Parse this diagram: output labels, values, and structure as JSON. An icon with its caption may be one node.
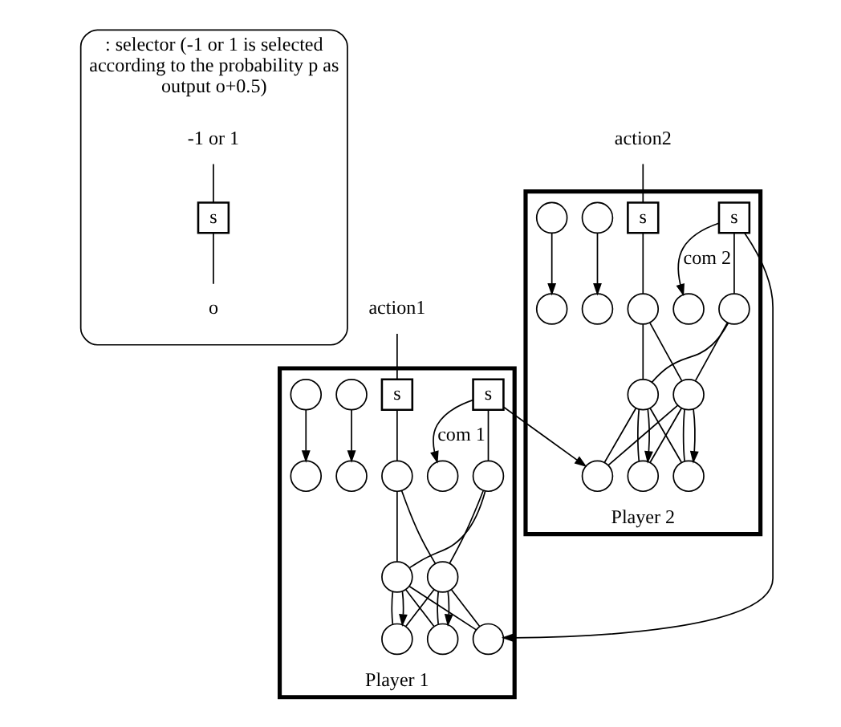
{
  "diagram": {
    "nodes": [
      {
        "text": [
          ": selector (-1 or 1 is selected according to the probability p as output o+0.5)"
        ]
      },
      {
        "text": [
          "-1 or 1"
        ],
        "in": 0
      },
      {
        "text": [
          "s"
        ],
        "in": 0
      },
      {
        "text": [
          "o"
        ],
        "in": 0
      },
      {
        "text": [
          "action1"
        ]
      },
      {
        "text": [
          "action2"
        ]
      },
      {
        "text": [
          "Player 1"
        ]
      },
      {
        "text": [
          "s"
        ],
        "in": 6
      },
      {
        "text": [
          "s"
        ],
        "in": 6
      },
      {
        "text": [],
        "shape": "circle",
        "in": 6
      },
      {
        "text": [],
        "shape": "circle",
        "in": 6
      },
      {
        "text": [],
        "shape": "circle",
        "in": 6
      },
      {
        "text": [],
        "shape": "circle",
        "in": 6
      },
      {
        "text": [],
        "shape": "circle",
        "in": 6
      },
      {
        "text": [],
        "shape": "circle",
        "in": 6
      },
      {
        "text": [],
        "shape": "circle",
        "in": 6
      },
      {
        "text": [],
        "shape": "circle",
        "in": 6
      },
      {
        "text": [],
        "shape": "circle",
        "in": 6
      },
      {
        "text": [],
        "shape": "circle",
        "in": 6
      },
      {
        "text": [],
        "shape": "circle",
        "in": 6
      },
      {
        "text": [],
        "shape": "circle",
        "in": 6
      },
      {
        "text": [
          "Player 2"
        ]
      },
      {
        "text": [
          "s"
        ],
        "in": 21
      },
      {
        "text": [
          "s"
        ],
        "in": 21
      },
      {
        "text": [],
        "shape": "circle",
        "in": 21
      },
      {
        "text": [],
        "shape": "circle",
        "in": 21
      },
      {
        "text": [],
        "shape": "circle",
        "in": 21
      },
      {
        "text": [],
        "shape": "circle",
        "in": 21
      },
      {
        "text": [],
        "shape": "circle",
        "in": 21
      },
      {
        "text": [],
        "shape": "circle",
        "in": 21
      },
      {
        "text": [],
        "shape": "circle",
        "in": 21
      },
      {
        "text": [],
        "shape": "circle",
        "in": 21
      },
      {
        "text": [],
        "shape": "circle",
        "in": 21
      },
      {
        "text": [],
        "shape": "circle",
        "in": 21
      },
      {
        "text": [],
        "shape": "circle",
        "in": 21
      },
      {
        "text": [],
        "shape": "circle",
        "in": 21
      }
    ],
    "edges": [
      {
        "from": 1,
        "to": 2,
        "arrow": "none"
      },
      {
        "from": 2,
        "to": 3,
        "arrow": "none"
      },
      {
        "from": 4,
        "to": 7,
        "arrow": "none"
      },
      {
        "from": 7,
        "to": 9,
        "arrow": "none"
      },
      {
        "from": 8,
        "to": 10,
        "arrow": "none"
      },
      {
        "from": 9,
        "to": 11,
        "arrow": "none"
      },
      {
        "from": 9,
        "to": 14,
        "arrow": "none"
      },
      {
        "from": 10,
        "to": 11,
        "arrow": "none"
      },
      {
        "from": 10,
        "to": 14,
        "arrow": "none"
      },
      {
        "from": 11,
        "to": 15,
        "arrow": "none"
      },
      {
        "from": 11,
        "to": 18,
        "arrow": "none"
      },
      {
        "from": 11,
        "to": 20,
        "arrow": "none"
      },
      {
        "from": 14,
        "to": 15,
        "arrow": "none"
      },
      {
        "from": 14,
        "to": 18,
        "arrow": "none"
      },
      {
        "from": 14,
        "to": 20,
        "arrow": "none"
      },
      {
        "from": 11,
        "to": 15,
        "arrow": "to"
      },
      {
        "from": 12,
        "to": 16,
        "arrow": "to"
      },
      {
        "from": 13,
        "to": 17,
        "arrow": "to"
      },
      {
        "from": 14,
        "to": 18,
        "arrow": "to"
      },
      {
        "from": 8,
        "to": 19,
        "arrow": "to",
        "label": "com 1"
      },
      {
        "from": 8,
        "to": 30,
        "arrow": "to"
      },
      {
        "from": 5,
        "to": 23,
        "arrow": "none"
      },
      {
        "from": 22,
        "to": 24,
        "arrow": "none"
      },
      {
        "from": 23,
        "to": 25,
        "arrow": "none"
      },
      {
        "from": 24,
        "to": 26,
        "arrow": "none"
      },
      {
        "from": 24,
        "to": 29,
        "arrow": "none"
      },
      {
        "from": 25,
        "to": 26,
        "arrow": "none"
      },
      {
        "from": 25,
        "to": 29,
        "arrow": "none"
      },
      {
        "from": 26,
        "to": 30,
        "arrow": "none"
      },
      {
        "from": 26,
        "to": 32,
        "arrow": "none"
      },
      {
        "from": 26,
        "to": 35,
        "arrow": "none"
      },
      {
        "from": 29,
        "to": 30,
        "arrow": "none"
      },
      {
        "from": 29,
        "to": 32,
        "arrow": "none"
      },
      {
        "from": 29,
        "to": 35,
        "arrow": "none"
      },
      {
        "from": 26,
        "to": 32,
        "arrow": "to"
      },
      {
        "from": 27,
        "to": 33,
        "arrow": "to"
      },
      {
        "from": 28,
        "to": 34,
        "arrow": "to"
      },
      {
        "from": 29,
        "to": 35,
        "arrow": "to"
      },
      {
        "from": 22,
        "to": 31,
        "arrow": "to",
        "label": "com 2"
      },
      {
        "from": 22,
        "to": 20,
        "arrow": "to"
      }
    ]
  }
}
